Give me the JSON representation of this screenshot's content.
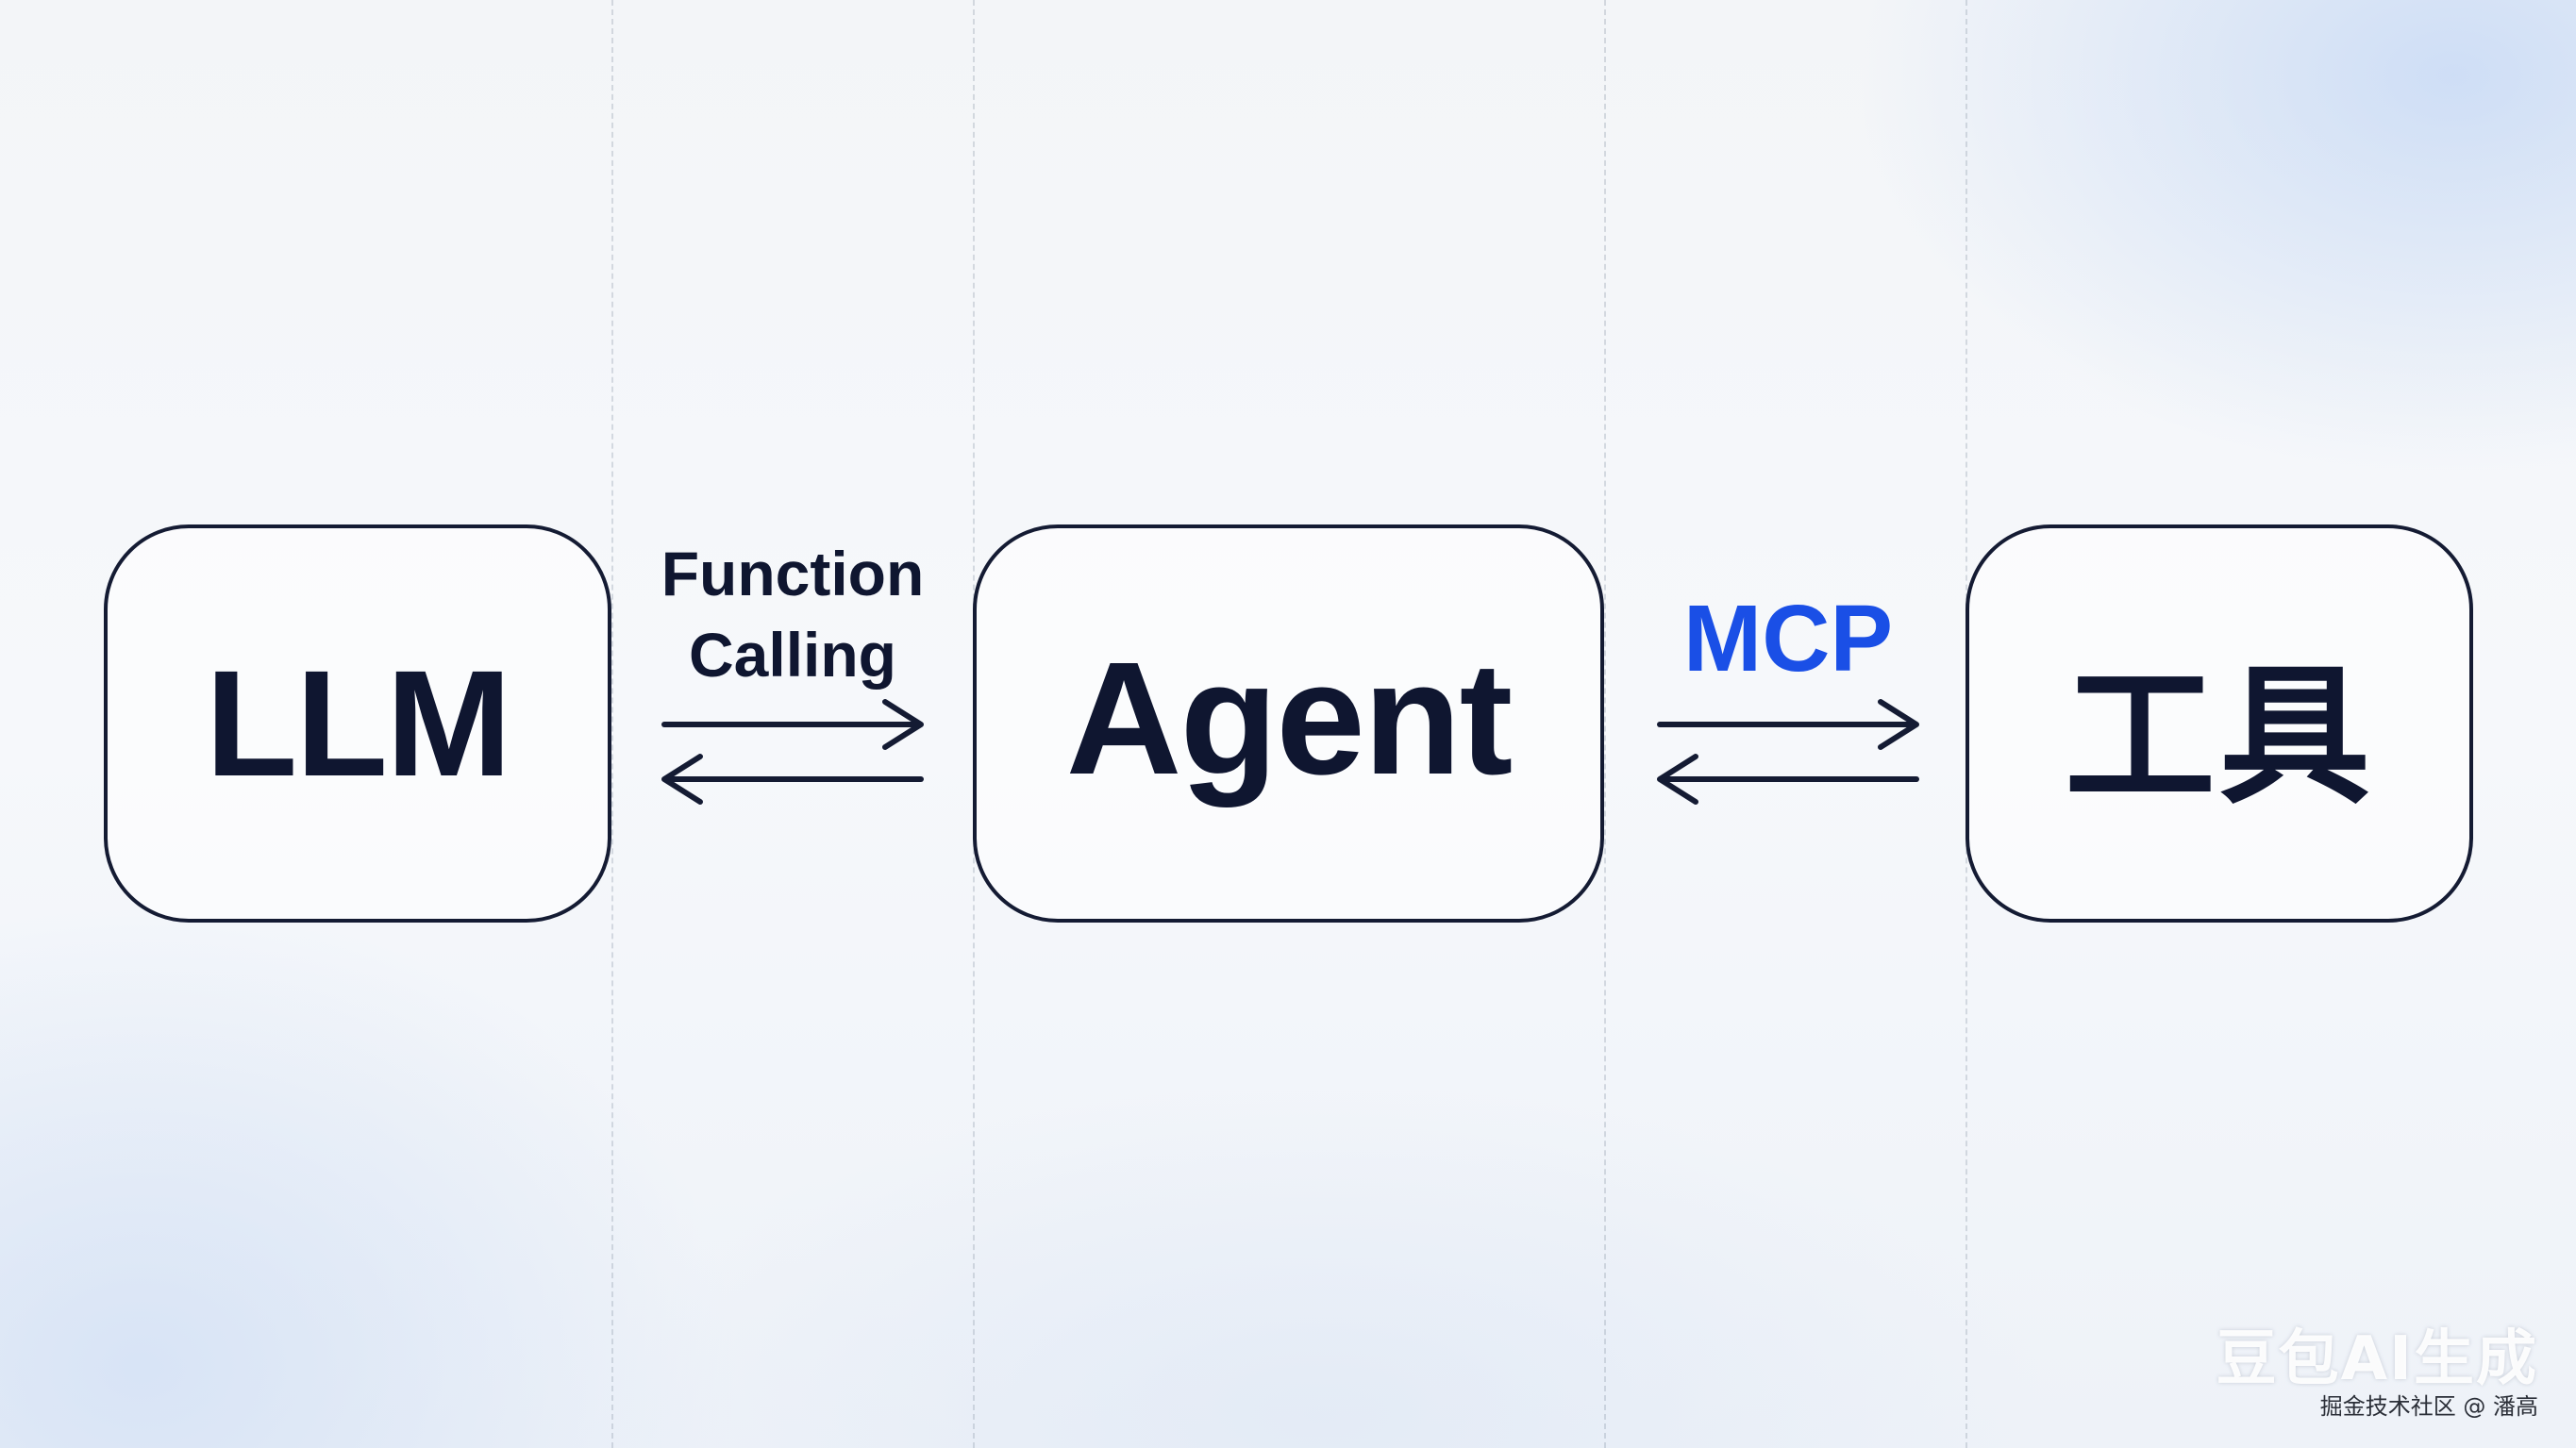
{
  "nodes": {
    "llm": {
      "label": "LLM"
    },
    "agent": {
      "label": "Agent"
    },
    "tool": {
      "label": "工具"
    }
  },
  "connections": {
    "llm_agent": {
      "line1": "Function",
      "line2": "Calling"
    },
    "agent_tool": {
      "label": "MCP"
    }
  },
  "colors": {
    "ink": "#0f1630",
    "accent": "#1a4fe6"
  },
  "watermark": {
    "main": "豆包AI生成",
    "sub": "掘金技术社区 @ 潘高"
  }
}
